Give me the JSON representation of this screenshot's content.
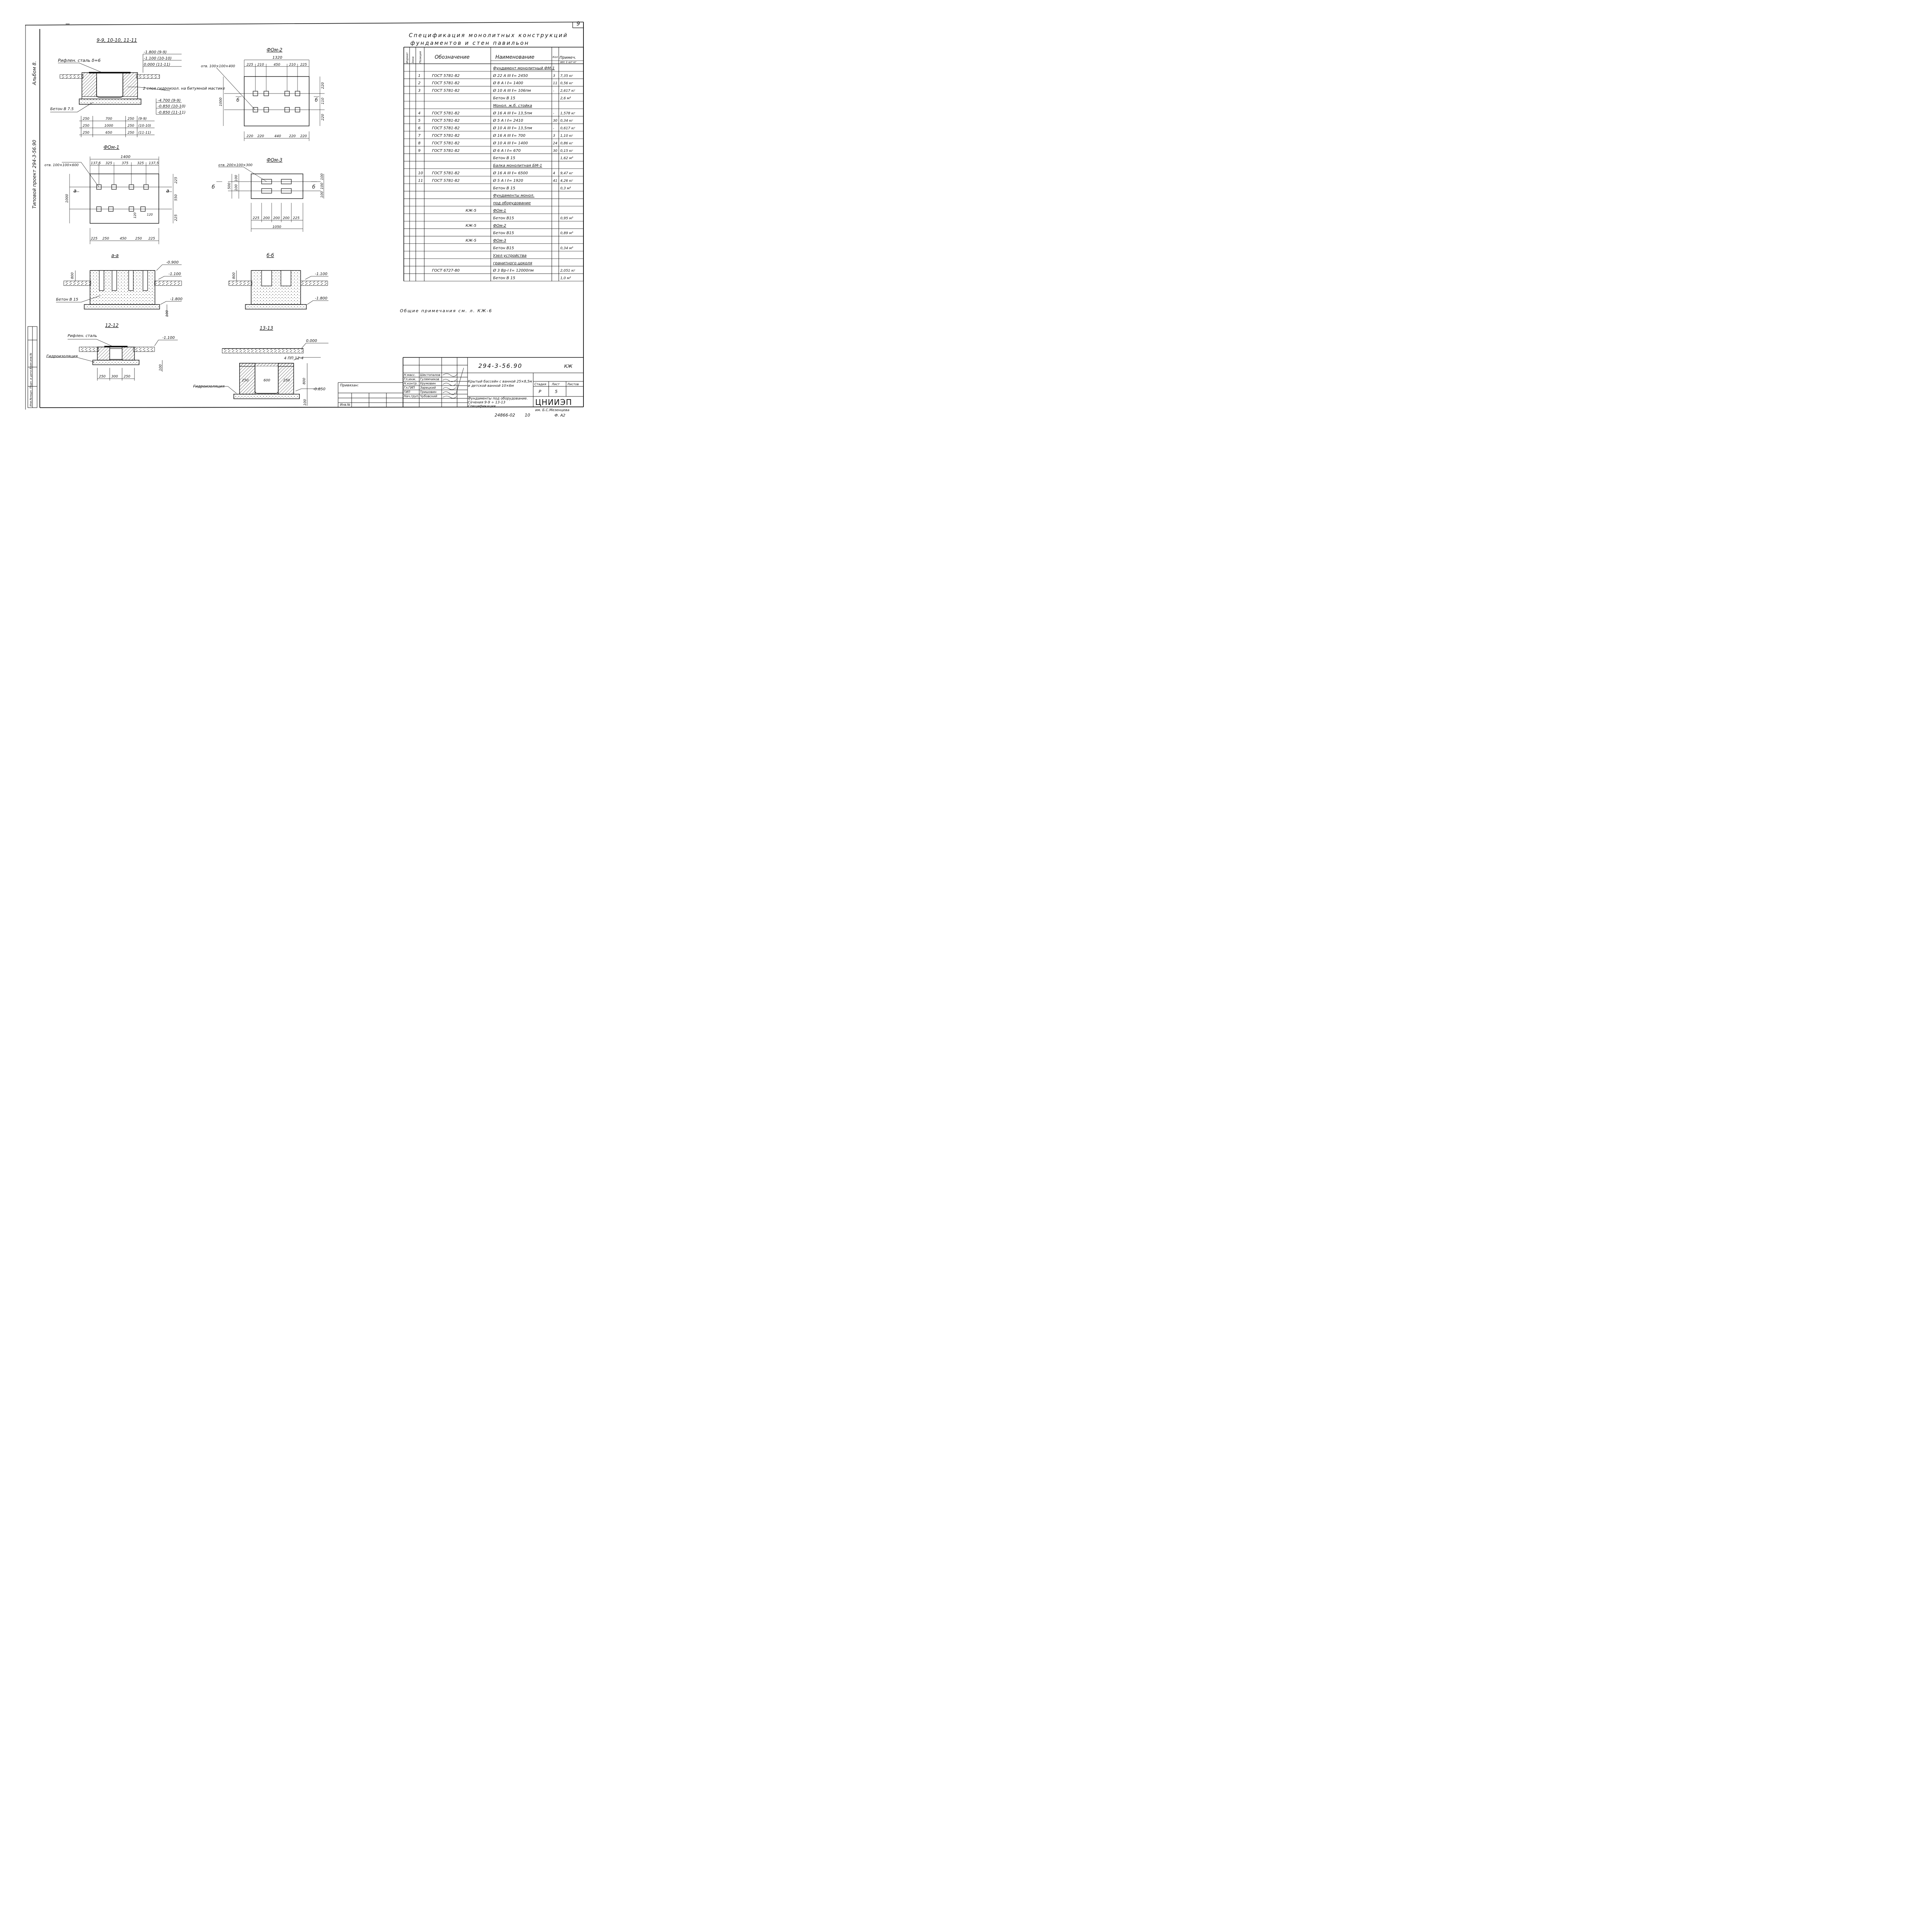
{
  "sheet_number": "9",
  "side_labels": {
    "project": "Типовой проект 294-3-56.90",
    "album": "Альбом 8.",
    "inv_note": "Инв.№подл.  Подп. и дата  Взам.инв.№"
  },
  "spec": {
    "title_line1": "Спецификация монолитных конструкций",
    "title_line2": "фундаментов и стен павильон",
    "headers": [
      "Формат",
      "Зона",
      "Позиция",
      "Обозначение",
      "Наименование",
      "Кол",
      "Примеч."
    ],
    "note_unit": "вес 1 шт кг",
    "rows": [
      {
        "pos": "",
        "ref": "",
        "name": "Фундамент монолитный ФМ-1",
        "qty": "",
        "note": "",
        "section": true
      },
      {
        "pos": "1",
        "ref": "ГОСТ 5781-82",
        "name": "Ø 22 A III   ℓ= 2450",
        "qty": "3",
        "note": "7,35 кг"
      },
      {
        "pos": "2",
        "ref": "ГОСТ 5781-82",
        "name": "Ø 8 A I   ℓ= 1400",
        "qty": "11",
        "note": "0,56 кг"
      },
      {
        "pos": "3",
        "ref": "ГОСТ 5781-82",
        "name": "Ø 10 A III   ℓ= 106пм",
        "qty": "-",
        "note": "2,617 кг"
      },
      {
        "pos": "",
        "ref": "",
        "name": "Бетон В 15",
        "qty": "",
        "note": "2,6 м³"
      },
      {
        "pos": "",
        "ref": "",
        "name": "Монол. ж.б. стойка",
        "qty": "",
        "note": "",
        "section": true
      },
      {
        "pos": "4",
        "ref": "ГОСТ 5781-82",
        "name": "Ø 16 A III   ℓ= 13,5пм",
        "qty": "-",
        "note": "1,578 кг"
      },
      {
        "pos": "5",
        "ref": "ГОСТ 5781-82",
        "name": "Ø 5 A I   ℓ= 2410",
        "qty": "30",
        "note": "0,34 кг"
      },
      {
        "pos": "6",
        "ref": "ГОСТ 5781-82",
        "name": "Ø 10 A III   ℓ= 13,5пм",
        "qty": "-",
        "note": "0,617 кг"
      },
      {
        "pos": "7",
        "ref": "ГОСТ 5781-82",
        "name": "Ø 16 A III   ℓ= 700",
        "qty": "3",
        "note": "1,10 кг"
      },
      {
        "pos": "8",
        "ref": "ГОСТ 5781-82",
        "name": "Ø 10 A III   ℓ= 1400",
        "qty": "24",
        "note": "0,86 кг"
      },
      {
        "pos": "9",
        "ref": "ГОСТ 5781-82",
        "name": "Ø 6 A I   ℓ= 670",
        "qty": "30",
        "note": "0,15 кг"
      },
      {
        "pos": "",
        "ref": "",
        "name": "Бетон В 15",
        "qty": "",
        "note": "1,62 м³"
      },
      {
        "pos": "",
        "ref": "",
        "name": "Балка монолитная БМ-1",
        "qty": "",
        "note": "",
        "section": true
      },
      {
        "pos": "10",
        "ref": "ГОСТ 5781-82",
        "name": "Ø 16 A III   ℓ= 6500",
        "qty": "4",
        "note": "9,47 кг"
      },
      {
        "pos": "11",
        "ref": "ГОСТ 5781-82",
        "name": "Ø 5 A I   ℓ= 1920",
        "qty": "41",
        "note": "4,26 кг"
      },
      {
        "pos": "",
        "ref": "",
        "name": "Бетон В 15",
        "qty": "",
        "note": "0,3 м³"
      },
      {
        "pos": "",
        "ref": "",
        "name": "Фундаменты монол.",
        "qty": "",
        "note": "",
        "section": true
      },
      {
        "pos": "",
        "ref": "",
        "name": "под оборудование",
        "qty": "",
        "note": "",
        "section": true
      },
      {
        "pos": "",
        "ref": "КЖ-5",
        "name": "ФОм-1",
        "qty": "",
        "note": "",
        "section": true
      },
      {
        "pos": "",
        "ref": "",
        "name": "Бетон В15",
        "qty": "",
        "note": "0,95 м³"
      },
      {
        "pos": "",
        "ref": "КЖ-5",
        "name": "ФОм-2",
        "qty": "",
        "note": "",
        "section": true
      },
      {
        "pos": "",
        "ref": "",
        "name": "Бетон В15",
        "qty": "",
        "note": "0,89 м³"
      },
      {
        "pos": "",
        "ref": "КЖ-5",
        "name": "ФОм-3",
        "qty": "",
        "note": "",
        "section": true
      },
      {
        "pos": "",
        "ref": "",
        "name": "Бетон В15",
        "qty": "",
        "note": "0,34 м³"
      },
      {
        "pos": "",
        "ref": "",
        "name": "Узел устройства",
        "qty": "",
        "note": "",
        "section": true
      },
      {
        "pos": "",
        "ref": "",
        "name": "гранитного цоколя",
        "qty": "",
        "note": "",
        "section": true
      },
      {
        "pos": "",
        "ref": "ГОСТ 6727-80",
        "name": "Ø 3 Вр-I   ℓ= 12000пм",
        "qty": "",
        "note": "2,051 кг"
      },
      {
        "pos": "",
        "ref": "",
        "name": "Бетон В 15",
        "qty": "",
        "note": "1,0 м³"
      }
    ]
  },
  "general_notes": "Общие примечания см. л. КЖ-6",
  "drawings": {
    "sec_9": {
      "title": "9-9, 10-10, 11-11",
      "label_plate": "Рифлен. сталь δ=6",
      "label_waterproof": "2 слоя гидроизол. на битумной мастике",
      "label_concrete": "Бетон В 7.5",
      "levels_top": [
        "-1.800 (9-9)",
        "-1.100 (10-10)",
        "0.000 (11-11)"
      ],
      "levels_bottom": [
        "-4.700 (9-9)",
        "-0.850 (10-10)",
        "-0.850 (11-11)"
      ],
      "dim_rows": [
        [
          "250",
          "700",
          "250",
          "(9-9)"
        ],
        [
          "250",
          "1000",
          "250",
          "(10-10)"
        ],
        [
          "250",
          "650",
          "250",
          "(11-11)"
        ]
      ]
    },
    "fom2": {
      "title": "ФОм-2",
      "hole_note": "отв. 100×100×400",
      "top_total": "1320",
      "top_dims": [
        "225",
        "210",
        "450",
        "210",
        "225"
      ],
      "bottom_dims": [
        "220",
        "220",
        "440",
        "220",
        "220"
      ],
      "left_dim": "1000",
      "right_dims": [
        "220",
        "110",
        "220"
      ],
      "cut": "б"
    },
    "fom1": {
      "title": "ФОм-1",
      "hole_note": "отв. 100×100×600",
      "top_total": "1400",
      "top_dims": [
        "137,5",
        "325",
        "375",
        "325",
        "137,5"
      ],
      "bottom_dims": [
        "225",
        "250",
        "450",
        "250",
        "225"
      ],
      "left_dim": "1000",
      "right_dims": [
        "225",
        "550",
        "225"
      ],
      "small_dims": [
        "120",
        "120"
      ],
      "cut": "а"
    },
    "fom3": {
      "title": "ФОм-3",
      "hole_note": "отв. 200×100×300",
      "left_dims": [
        "100",
        "100"
      ],
      "left_total": "500",
      "right_dims": [
        "100",
        "100",
        "100"
      ],
      "bottom_dims": [
        "225",
        "200",
        "200",
        "200",
        "225"
      ],
      "bottom_total": "1050",
      "cut": "б"
    },
    "sec_a": {
      "title": "а-а",
      "levels": [
        "-0.900",
        "-1.100",
        "-1.800"
      ],
      "dims": [
        "800",
        "100"
      ],
      "label_concrete": "Бетон В 15"
    },
    "sec_b": {
      "title": "б-б",
      "levels": [
        "-1.100",
        "-1.800"
      ],
      "dims": [
        "800"
      ]
    },
    "sec_12": {
      "title": "12-12",
      "label_plate": "Рифлен. сталь",
      "label_waterproof": "Гидроизоляция",
      "level": "-1.100",
      "dims": [
        "250",
        "300",
        "250"
      ],
      "dim_side": "100"
    },
    "sec_13": {
      "title": "13-13",
      "level": "0.000",
      "level2": "-0.850",
      "rebar": "4 ПП 12-4",
      "label_waterproof": "Гидроизоляция",
      "dims": [
        "250",
        "600",
        "250"
      ],
      "dim_side": "100",
      "dim_h": "800"
    }
  },
  "title_block": {
    "doc_code": "294-3-56.90",
    "mark": "КЖ",
    "privyazan": "Привязан:",
    "inv": "Инв.№",
    "roles": [
      "Н.масс.",
      "Гл.инж.",
      "Н.контр.",
      "Гл.ГИП",
      "ГИП",
      "Нач.груп."
    ],
    "names": [
      "Шестопалов",
      "Гулямчиков",
      "Урумовин",
      "Зарецкий",
      "Тришовин",
      "Чубовский"
    ],
    "object_title": "Крытый бассейн с ванной 25×8,5м и детской ванной 10×6м",
    "sheet_title": "Фундаменты под оборудование. Сечения 9-9 ÷ 13-13 Спецификация",
    "stage_header": "Стадия",
    "sheet_header": "Лист",
    "sheets_header": "Листов",
    "stage": "Р",
    "sheet": "5",
    "org": "ЦНИИЭП",
    "org_sub": "им. Б.С.Мезенцева",
    "bottom_code": "24866-02",
    "bottom_num": "10",
    "format": "Ф. А2"
  }
}
